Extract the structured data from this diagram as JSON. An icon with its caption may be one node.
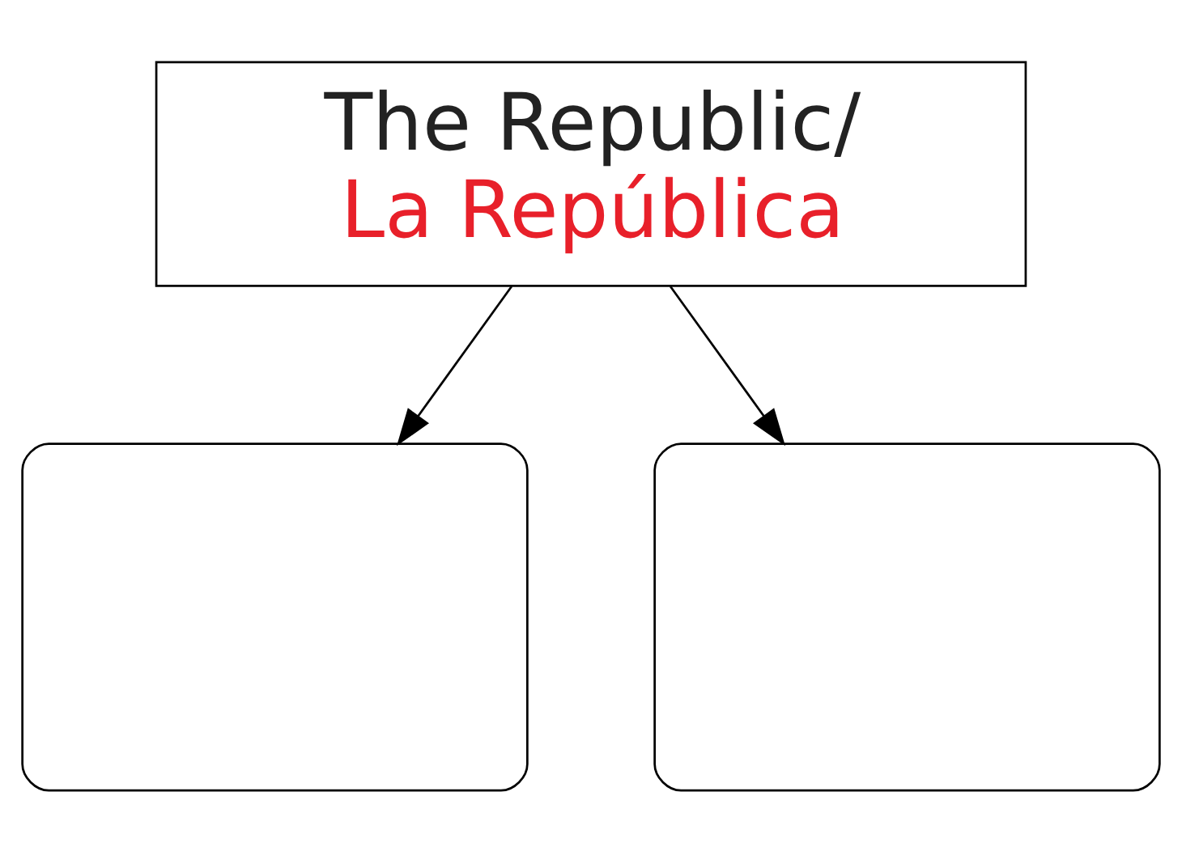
{
  "diagram": {
    "nodes": [
      {
        "text": [
          "The Republic/",
          "La República"
        ]
      },
      {
        "text": [],
        "shape": "box"
      },
      {
        "text": [],
        "shape": "box"
      }
    ],
    "edges": [
      {
        "from": 0,
        "to": 1,
        "arrow": "to"
      },
      {
        "from": 0,
        "to": 2,
        "arrow": "to"
      }
    ]
  }
}
